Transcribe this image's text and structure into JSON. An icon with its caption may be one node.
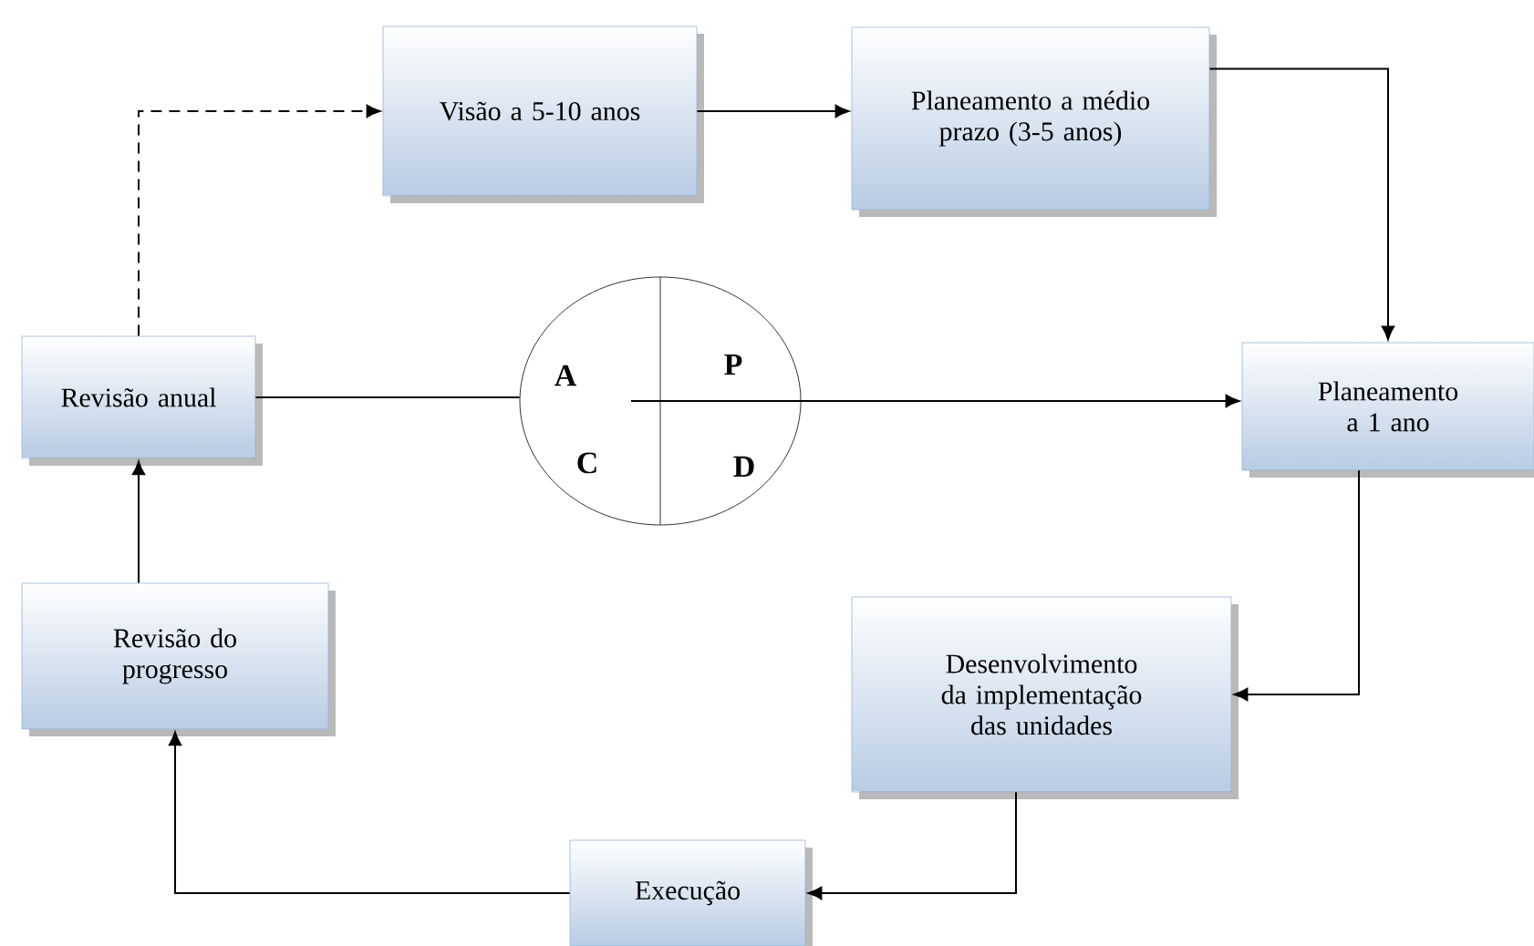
{
  "diagram": {
    "nodes": [
      {
        "text": [
          "Visão a 5-10 anos"
        ]
      },
      {
        "text": [
          "Planeamento a médio prazo (3-5 anos)"
        ]
      },
      {
        "text": [
          "Planeamento a 1 ano"
        ]
      },
      {
        "text": [
          "Desenvolvimento da implementação das unidades"
        ]
      },
      {
        "text": [
          "Execução"
        ]
      },
      {
        "text": [
          "Revisão do progresso"
        ]
      },
      {
        "text": [
          "Revisão anual"
        ]
      },
      {
        "text": [
          "A",
          "P",
          "C",
          "D"
        ]
      }
    ],
    "edges": [
      {
        "from": 6,
        "to": 0,
        "arrow": "to",
        "style": "dashed"
      },
      {
        "from": 0,
        "to": 1,
        "arrow": "to"
      },
      {
        "from": 1,
        "to": 2,
        "arrow": "to"
      },
      {
        "from": 6,
        "to": 7,
        "arrow": "none"
      },
      {
        "from": 7,
        "to": 2,
        "arrow": "to"
      },
      {
        "from": 2,
        "to": 3,
        "arrow": "to"
      },
      {
        "from": 3,
        "to": 4,
        "arrow": "to"
      },
      {
        "from": 4,
        "to": 5,
        "arrow": "to"
      },
      {
        "from": 5,
        "to": 6,
        "arrow": "to"
      }
    ]
  }
}
